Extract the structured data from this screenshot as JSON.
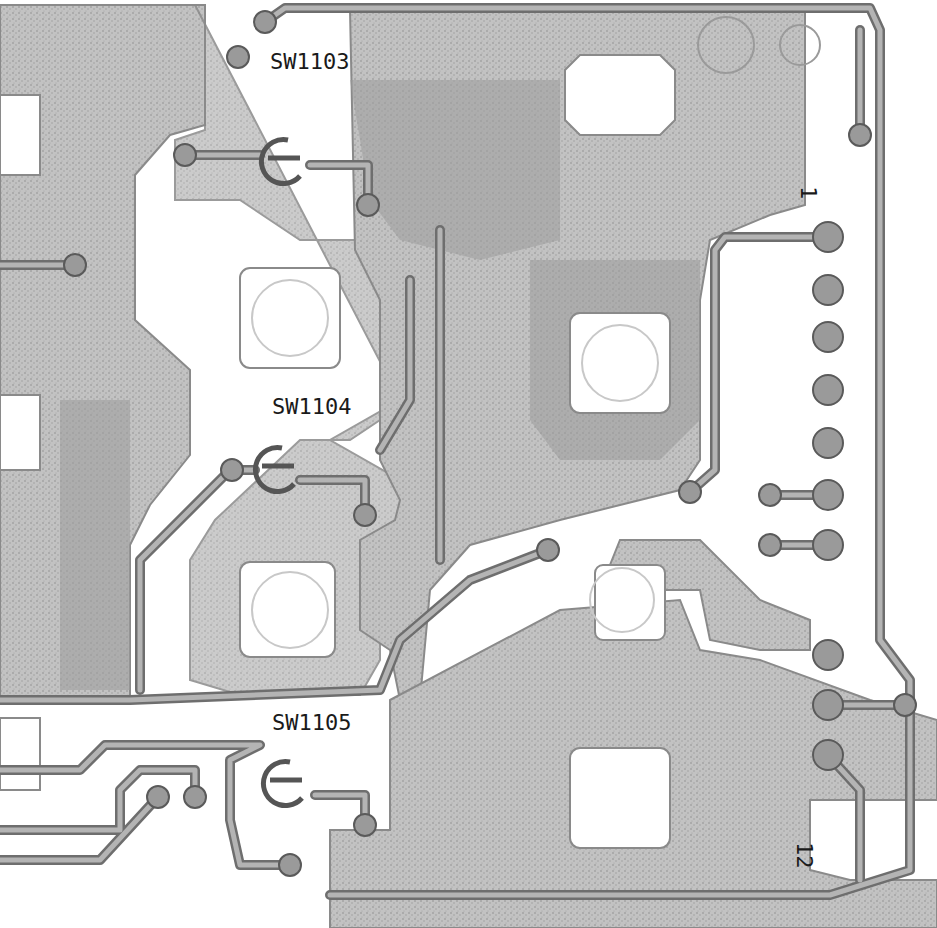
{
  "diagram": {
    "labels": [
      "SW1103",
      "SW1104",
      "SW1105",
      "1",
      "12"
    ]
  }
}
